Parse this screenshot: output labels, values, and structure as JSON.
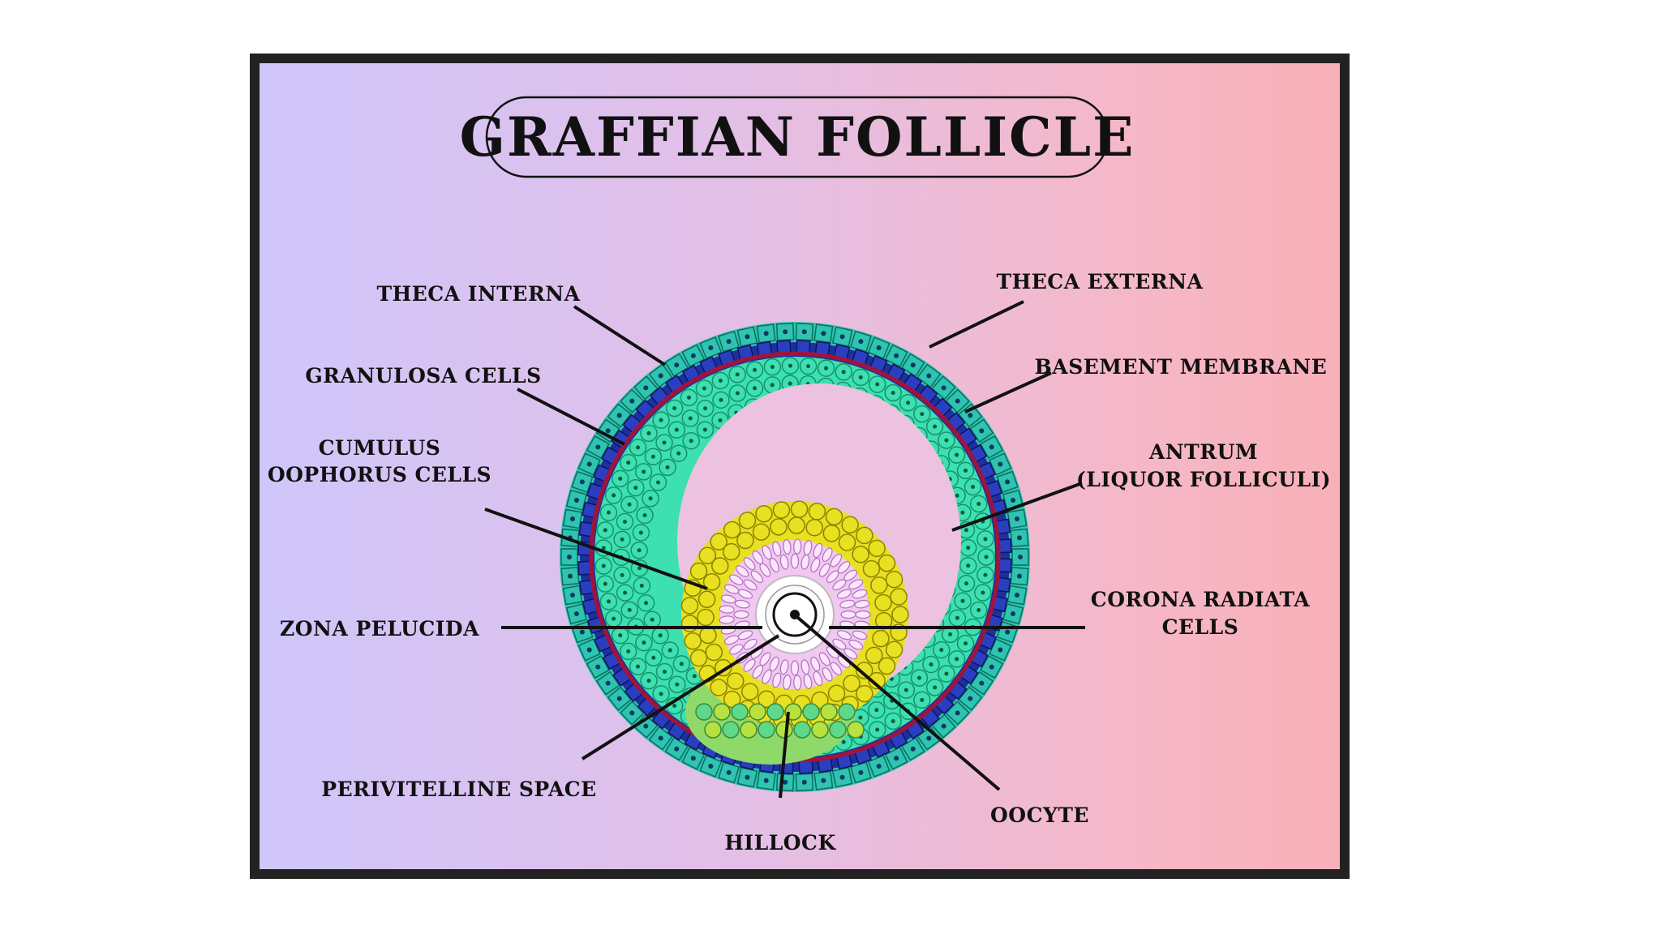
{
  "title": "GRAFFIAN FOLLICLE",
  "labels": {
    "theca_interna": "THECA INTERNA",
    "theca_externa": "THECA EXTERNA",
    "granulosa_cells": "GRANULOSA CELLS",
    "basement_membrane": "BASEMENT MEMBRANE",
    "cumulus_line1": "CUMULUS",
    "cumulus_line2": "OOPHORUS CELLS",
    "antrum_line1": "ANTRUM",
    "antrum_line2": "(LIQUOR FOLLICULI)",
    "zona_pelucida": "ZONA PELUCIDA",
    "corona_line1": "CORONA RADIATA",
    "corona_line2": "CELLS",
    "perivitelline_space": "PERIVITELLINE SPACE",
    "oocyte": "OOCYTE",
    "hillock": "HILLOCK"
  },
  "colors": {
    "theca_externa": "#2ec4b0",
    "theca_interna": "#1f2f9e",
    "basement_membrane": "#a0143c",
    "granulosa": "#3de0b0",
    "cumulus": "#e8e020",
    "corona": "#f0c8f0",
    "zona": "#ffffff",
    "antrum": "#ecc2e0"
  }
}
